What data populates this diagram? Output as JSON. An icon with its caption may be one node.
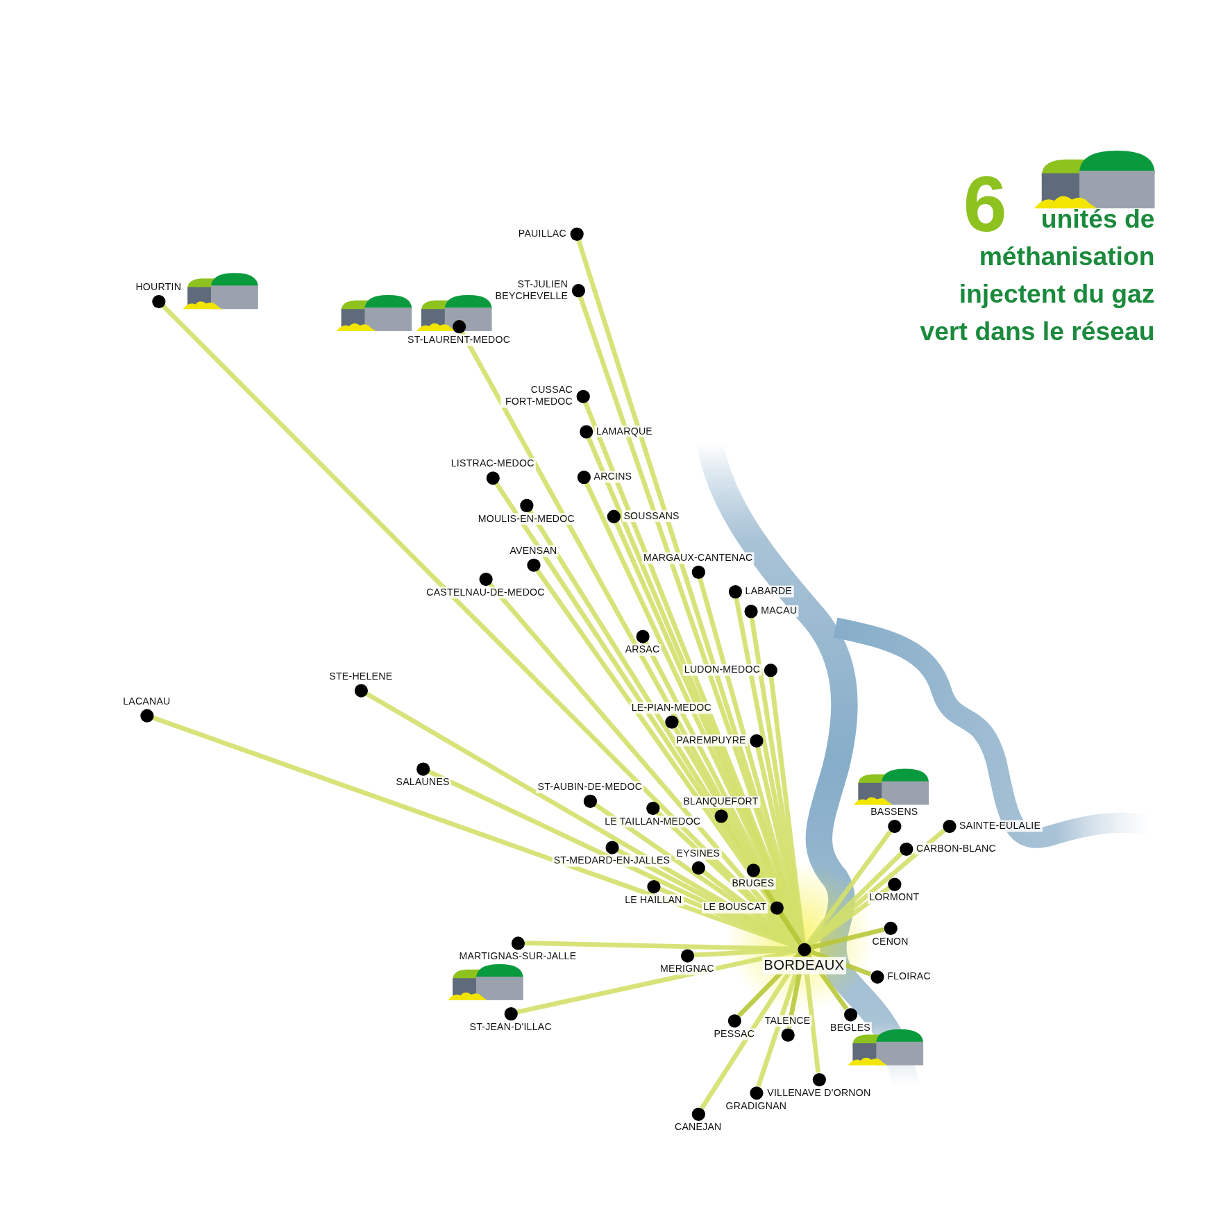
{
  "diagram": {
    "title": "unités de méthanisation injectent du gaz vert dans le réseau",
    "nodes": [
      {
        "text": [],
        "shape": "circle",
        "beside": [
          "BORDEAUX"
        ]
      },
      {
        "text": [],
        "shape": "circle",
        "beside": [
          "PAUILLAC"
        ]
      },
      {
        "text": [],
        "shape": "circle",
        "beside": [
          "ST-JULIEN BEYCHEVELLE"
        ]
      },
      {
        "text": [],
        "shape": "circle",
        "beside": [
          "HOURTIN"
        ]
      },
      {
        "text": [],
        "shape": "circle",
        "beside": [
          "ST-LAURENT-MEDOC"
        ]
      },
      {
        "text": [],
        "shape": "circle",
        "beside": [
          "CUSSAC FORT-MEDOC"
        ]
      },
      {
        "text": [],
        "shape": "circle",
        "beside": [
          "LAMARQUE"
        ]
      },
      {
        "text": [],
        "shape": "circle",
        "beside": [
          "LISTRAC-MEDOC"
        ]
      },
      {
        "text": [],
        "shape": "circle",
        "beside": [
          "ARCINS"
        ]
      },
      {
        "text": [],
        "shape": "circle",
        "beside": [
          "MOULIS-EN-MEDOC"
        ]
      },
      {
        "text": [],
        "shape": "circle",
        "beside": [
          "SOUSSANS"
        ]
      },
      {
        "text": [],
        "shape": "circle",
        "beside": [
          "AVENSAN"
        ]
      },
      {
        "text": [],
        "shape": "circle",
        "beside": [
          "MARGAUX-CANTENAC"
        ]
      },
      {
        "text": [],
        "shape": "circle",
        "beside": [
          "CASTELNAU-DE-MEDOC"
        ]
      },
      {
        "text": [],
        "shape": "circle",
        "beside": [
          "LABARDE"
        ]
      },
      {
        "text": [],
        "shape": "circle",
        "beside": [
          "MACAU"
        ]
      },
      {
        "text": [],
        "shape": "circle",
        "beside": [
          "ARSAC"
        ]
      },
      {
        "text": [],
        "shape": "circle",
        "beside": [
          "LUDON-MEDOC"
        ]
      },
      {
        "text": [],
        "shape": "circle",
        "beside": [
          "STE-HELENE"
        ]
      },
      {
        "text": [],
        "shape": "circle",
        "beside": [
          "LACANAU"
        ]
      },
      {
        "text": [],
        "shape": "circle",
        "beside": [
          "LE-PIAN-MEDOC"
        ]
      },
      {
        "text": [],
        "shape": "circle",
        "beside": [
          "PAREMPUYRE"
        ]
      },
      {
        "text": [],
        "shape": "circle",
        "beside": [
          "SALAUNES"
        ]
      },
      {
        "text": [],
        "shape": "circle",
        "beside": [
          "ST-AUBIN-DE-MEDOC"
        ]
      },
      {
        "text": [],
        "shape": "circle",
        "beside": [
          "LE TAILLAN-MEDOC"
        ]
      },
      {
        "text": [],
        "shape": "circle",
        "beside": [
          "BLANQUEFORT"
        ]
      },
      {
        "text": [],
        "shape": "circle",
        "beside": [
          "BASSENS"
        ]
      },
      {
        "text": [],
        "shape": "circle",
        "beside": [
          "SAINTE-EULALIE"
        ]
      },
      {
        "text": [],
        "shape": "circle",
        "beside": [
          "ST-MEDARD-EN-JALLES"
        ]
      },
      {
        "text": [],
        "shape": "circle",
        "beside": [
          "CARBON-BLANC"
        ]
      },
      {
        "text": [],
        "shape": "circle",
        "beside": [
          "EYSINES"
        ]
      },
      {
        "text": [],
        "shape": "circle",
        "beside": [
          "BRUGES"
        ]
      },
      {
        "text": [],
        "shape": "circle",
        "beside": [
          "LORMONT"
        ]
      },
      {
        "text": [],
        "shape": "circle",
        "beside": [
          "LE HAILLAN"
        ]
      },
      {
        "text": [],
        "shape": "circle",
        "beside": [
          "LE BOUSCAT"
        ]
      },
      {
        "text": [],
        "shape": "circle",
        "beside": [
          "CENON"
        ]
      },
      {
        "text": [],
        "shape": "circle",
        "beside": [
          "MARTIGNAS-SUR-JALLE"
        ]
      },
      {
        "text": [],
        "shape": "circle",
        "beside": [
          "MERIGNAC"
        ]
      },
      {
        "text": [],
        "shape": "circle",
        "beside": [
          "FLOIRAC"
        ]
      },
      {
        "text": [],
        "shape": "circle",
        "beside": [
          "BEGLES"
        ]
      },
      {
        "text": [],
        "shape": "circle",
        "beside": [
          "ST-JEAN-D'ILLAC"
        ]
      },
      {
        "text": [],
        "shape": "circle",
        "beside": [
          "PESSAC"
        ]
      },
      {
        "text": [],
        "shape": "circle",
        "beside": [
          "TALENCE"
        ]
      },
      {
        "text": [],
        "shape": "circle",
        "beside": [
          "VILLENAVE D'ORNON"
        ]
      },
      {
        "text": [],
        "shape": "circle",
        "beside": [
          "GRADIGNAN"
        ]
      },
      {
        "text": [],
        "shape": "circle",
        "beside": [
          "CANEJAN"
        ]
      }
    ],
    "edges": [
      {
        "from": 1,
        "to": 0,
        "arrow": "none"
      },
      {
        "from": 2,
        "to": 0,
        "arrow": "none"
      },
      {
        "from": 3,
        "to": 0,
        "arrow": "none"
      },
      {
        "from": 4,
        "to": 0,
        "arrow": "none"
      },
      {
        "from": 5,
        "to": 0,
        "arrow": "none"
      },
      {
        "from": 6,
        "to": 0,
        "arrow": "none"
      },
      {
        "from": 7,
        "to": 0,
        "arrow": "none"
      },
      {
        "from": 8,
        "to": 0,
        "arrow": "none"
      },
      {
        "from": 9,
        "to": 0,
        "arrow": "none"
      },
      {
        "from": 10,
        "to": 0,
        "arrow": "none"
      },
      {
        "from": 11,
        "to": 0,
        "arrow": "none"
      },
      {
        "from": 12,
        "to": 0,
        "arrow": "none"
      },
      {
        "from": 13,
        "to": 0,
        "arrow": "none"
      },
      {
        "from": 14,
        "to": 0,
        "arrow": "none"
      },
      {
        "from": 15,
        "to": 0,
        "arrow": "none"
      },
      {
        "from": 16,
        "to": 0,
        "arrow": "none"
      },
      {
        "from": 17,
        "to": 0,
        "arrow": "none"
      },
      {
        "from": 18,
        "to": 0,
        "arrow": "none"
      },
      {
        "from": 19,
        "to": 0,
        "arrow": "none"
      },
      {
        "from": 20,
        "to": 0,
        "arrow": "none"
      },
      {
        "from": 21,
        "to": 0,
        "arrow": "none"
      },
      {
        "from": 22,
        "to": 0,
        "arrow": "none"
      },
      {
        "from": 23,
        "to": 0,
        "arrow": "none"
      },
      {
        "from": 24,
        "to": 0,
        "arrow": "none"
      },
      {
        "from": 25,
        "to": 0,
        "arrow": "none"
      },
      {
        "from": 26,
        "to": 0,
        "arrow": "none"
      },
      {
        "from": 27,
        "to": 0,
        "arrow": "none"
      },
      {
        "from": 28,
        "to": 0,
        "arrow": "none"
      },
      {
        "from": 29,
        "to": 0,
        "arrow": "none"
      },
      {
        "from": 30,
        "to": 0,
        "arrow": "none"
      },
      {
        "from": 31,
        "to": 0,
        "arrow": "none"
      },
      {
        "from": 32,
        "to": 0,
        "arrow": "none"
      },
      {
        "from": 33,
        "to": 0,
        "arrow": "none"
      },
      {
        "from": 34,
        "to": 0,
        "arrow": "none"
      },
      {
        "from": 35,
        "to": 0,
        "arrow": "none"
      },
      {
        "from": 36,
        "to": 0,
        "arrow": "none"
      },
      {
        "from": 37,
        "to": 0,
        "arrow": "none"
      },
      {
        "from": 38,
        "to": 0,
        "arrow": "none"
      },
      {
        "from": 39,
        "to": 0,
        "arrow": "none"
      },
      {
        "from": 40,
        "to": 0,
        "arrow": "none"
      },
      {
        "from": 41,
        "to": 0,
        "arrow": "none"
      },
      {
        "from": 42,
        "to": 0,
        "arrow": "none"
      },
      {
        "from": 43,
        "to": 0,
        "arrow": "none"
      },
      {
        "from": 44,
        "to": 0,
        "arrow": "none"
      },
      {
        "from": 45,
        "to": 0,
        "arrow": "none"
      }
    ],
    "labels": [
      "6"
    ]
  }
}
